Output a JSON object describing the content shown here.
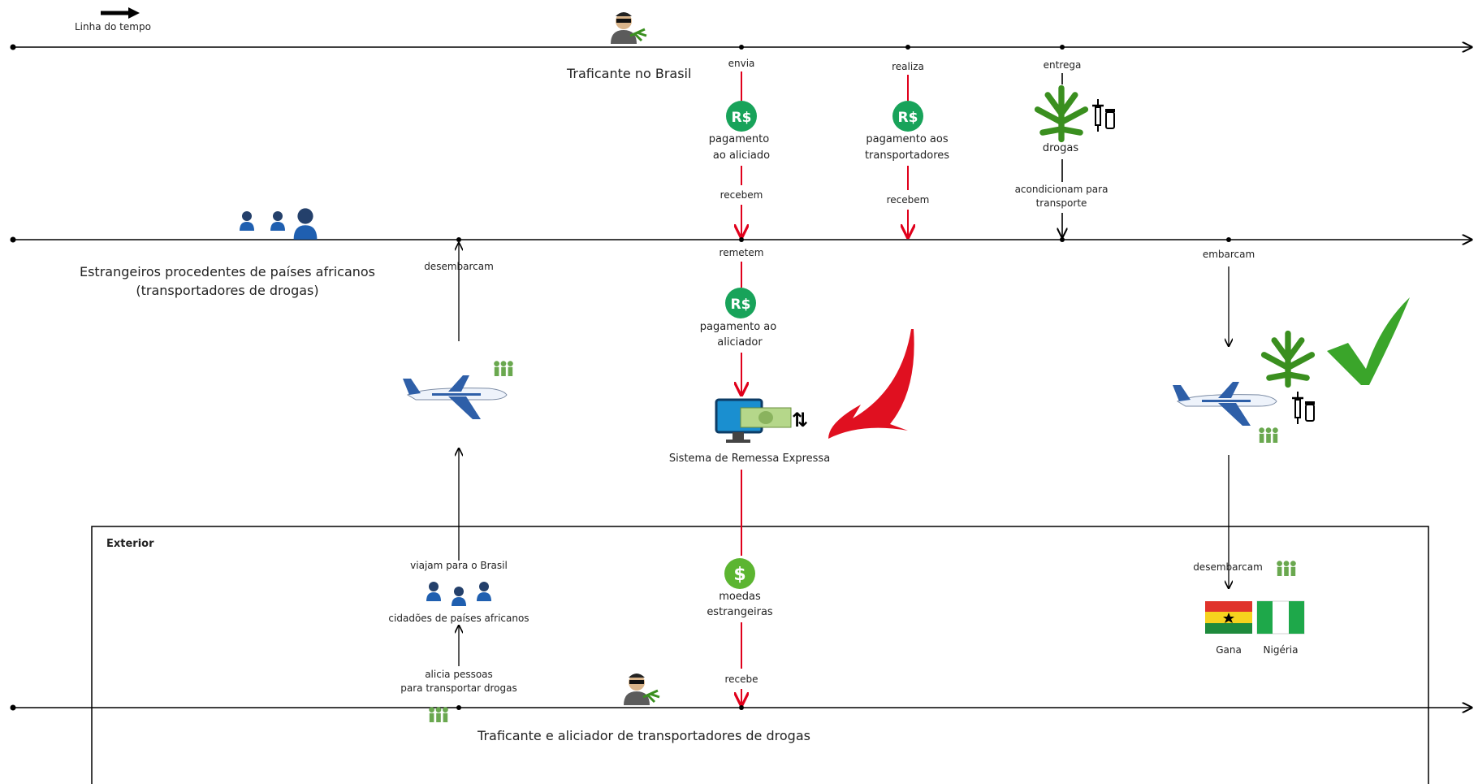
{
  "legend": {
    "timeline": "Linha do tempo"
  },
  "actors": {
    "brazil_trafficker": "Traficante no Brasil",
    "foreigners_line1": "Estrangeiros procedentes de países africanos",
    "foreigners_line2": "(transportadores de drogas)",
    "recruiter": "Traficante e aliciador de transportadores de drogas"
  },
  "exterior_label": "Exterior",
  "labels": {
    "envia": "envia",
    "pagamento_aliciado_1": "pagamento",
    "pagamento_aliciado_2": "ao aliciado",
    "recebem_1": "recebem",
    "realiza": "realiza",
    "pagamento_transp_1": "pagamento aos",
    "pagamento_transp_2": "transportadores",
    "recebem_2": "recebem",
    "entrega": "entrega",
    "drogas": "drogas",
    "acondicionam_1": "acondicionam para",
    "acondicionam_2": "transporte",
    "desembarcam_top": "desembarcam",
    "remetem": "remetem",
    "pagamento_aliciador_1": "pagamento ao",
    "pagamento_aliciador_2": "aliciador",
    "sistema": "Sistema de Remessa Expressa",
    "embarcam": "embarcam",
    "viajam": "viajam para o Brasil",
    "cidadaos": "cidadões de países africanos",
    "alicia_1": "alicia pessoas",
    "alicia_2": "para transportar drogas",
    "moedas_1": "moedas",
    "moedas_2": "estrangeiras",
    "recebe": "recebe",
    "desembarcam_bottom": "desembarcam",
    "gana": "Gana",
    "nigeria": "Nigéria"
  },
  "icons": {
    "real": "R$",
    "dollar": "$",
    "transfer_arrows": "⇅"
  },
  "colors": {
    "line": "#000000",
    "red_flow": "#e0001b",
    "money_green": "#18a35a",
    "dollar_green": "#5cb531",
    "person_blue": "#1f5fb0",
    "leaf_green": "#3a8f1f",
    "check_green": "#3aa52a",
    "big_arrow_red": "#e01020"
  }
}
